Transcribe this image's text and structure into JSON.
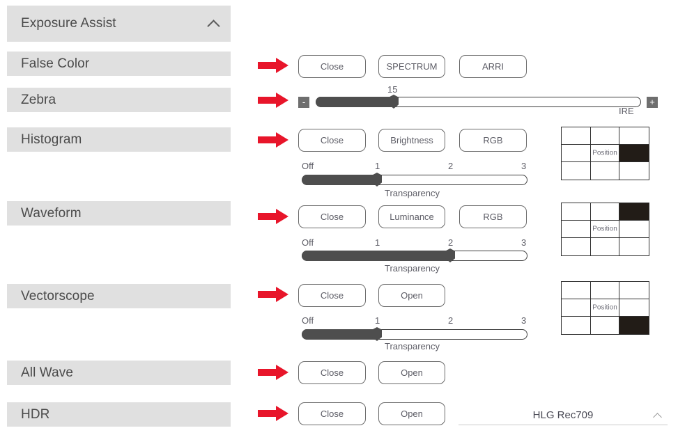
{
  "header": {
    "title": "Exposure Assist",
    "collapse_icon": "chevron-up-icon"
  },
  "sections": [
    {
      "key": "false_color",
      "label": "False Color",
      "arrow_icon": "red-arrow-right-icon",
      "buttons": [
        "Close",
        "SPECTRUM",
        "ARRI"
      ]
    },
    {
      "key": "zebra",
      "label": "Zebra",
      "arrow_icon": "red-arrow-right-icon",
      "slider": {
        "value": "15",
        "unit_label": "IRE",
        "decrement_label": "-",
        "increment_label": "+",
        "fill_percent": 34
      }
    },
    {
      "key": "histogram",
      "label": "Histogram",
      "arrow_icon": "red-arrow-right-icon",
      "buttons": [
        "Close",
        "Brightness",
        "RGB"
      ],
      "transparency": {
        "caption": "Transparency",
        "ticks": [
          "Off",
          "1",
          "2",
          "3"
        ],
        "selected": "1",
        "fill_percent": 33
      },
      "position": {
        "label": "Position",
        "selected_cell": 6
      }
    },
    {
      "key": "waveform",
      "label": "Waveform",
      "arrow_icon": "red-arrow-right-icon",
      "buttons": [
        "Close",
        "Luminance",
        "RGB"
      ],
      "transparency": {
        "caption": "Transparency",
        "ticks": [
          "Off",
          "1",
          "2",
          "3"
        ],
        "selected": "2",
        "fill_percent": 67
      },
      "position": {
        "label": "Position",
        "selected_cell": 3
      }
    },
    {
      "key": "vectorscope",
      "label": "Vectorscope",
      "arrow_icon": "red-arrow-right-icon",
      "buttons": [
        "Close",
        "Open"
      ],
      "transparency": {
        "caption": "Transparency",
        "ticks": [
          "Off",
          "1",
          "2",
          "3"
        ],
        "selected": "1",
        "fill_percent": 33
      },
      "position": {
        "label": "Position",
        "selected_cell": 9
      }
    },
    {
      "key": "all_wave",
      "label": "All Wave",
      "arrow_icon": "red-arrow-right-icon",
      "buttons": [
        "Close",
        "Open"
      ]
    },
    {
      "key": "hdr",
      "label": "HDR",
      "arrow_icon": "red-arrow-right-icon",
      "buttons": [
        "Close",
        "Open"
      ]
    }
  ],
  "footer": {
    "label": "HLG Rec709",
    "collapse_icon": "chevron-up-icon"
  },
  "colors": {
    "row_background": "#e0e0e0",
    "row_text": "#4a4a4a",
    "arrow_red": "#e8152a",
    "slider_fill": "#4e4e4e",
    "grid_selected": "#221c17",
    "button_border": "#6b6b6b"
  }
}
